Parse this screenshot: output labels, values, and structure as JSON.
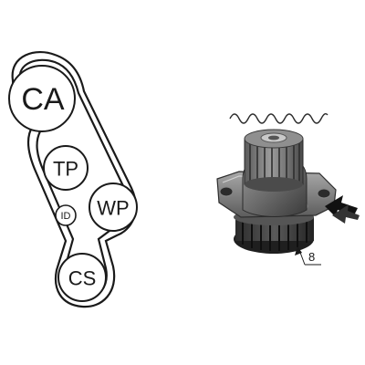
{
  "belt_diagram": {
    "pulleys": {
      "camshaft": "CA",
      "tensioner": "TP",
      "idler": "ID",
      "water_pump": "WP",
      "crankshaft": "CS"
    }
  },
  "product_image": {
    "callout_number": "8",
    "gasket_icon": "wavy-gasket-icon",
    "arrow_icon": "double-arrow-icon"
  },
  "colors": {
    "line": "#1a1a1a",
    "metal_dark": "#3c3c3c",
    "metal_mid": "#7a7a7a",
    "metal_light": "#b8b8b8"
  }
}
